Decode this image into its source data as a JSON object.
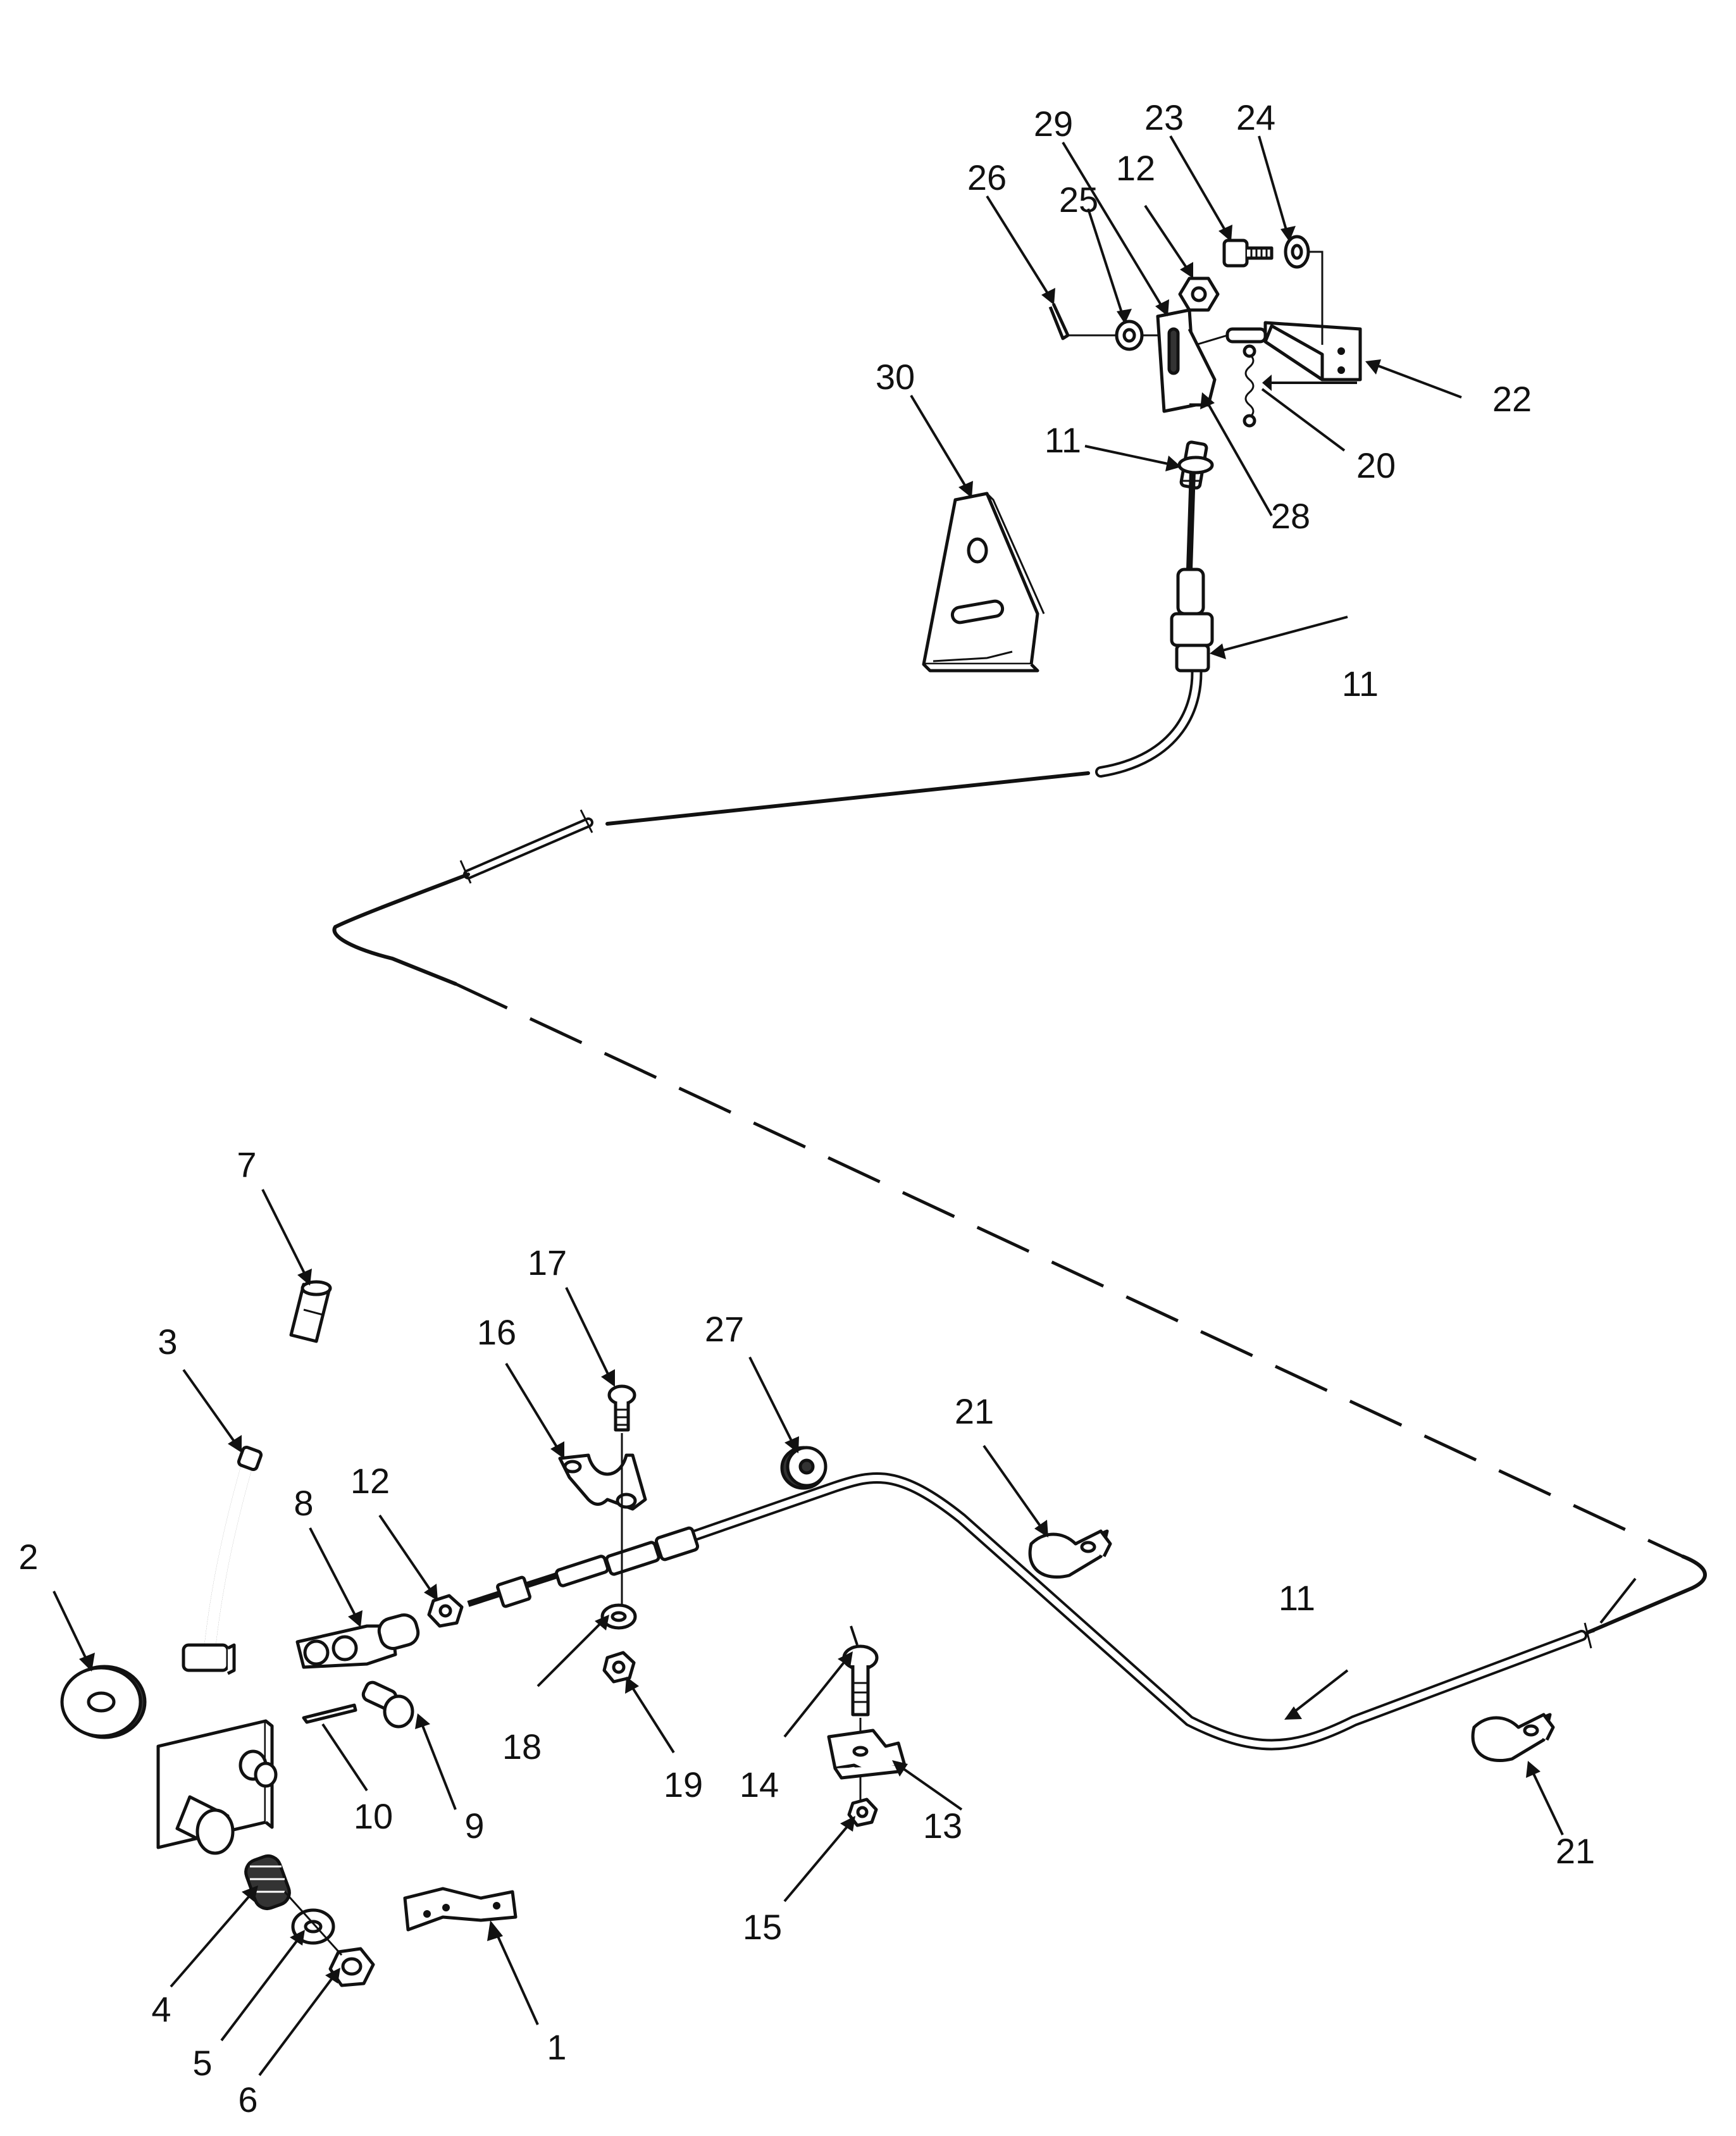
{
  "diagram": {
    "type": "exploded-parts-view",
    "accent_color": "#111111",
    "background_color": "#ffffff",
    "callouts": [
      "1",
      "2",
      "3",
      "4",
      "5",
      "6",
      "7",
      "8",
      "9",
      "10",
      "11",
      "12",
      "13",
      "14",
      "15",
      "16",
      "17",
      "18",
      "19",
      "20",
      "21",
      "22",
      "23",
      "24",
      "25",
      "26",
      "27",
      "28",
      "29",
      "30"
    ],
    "callout_labels": {
      "c1": "1",
      "c2": "2",
      "c3": "3",
      "c4": "4",
      "c5": "5",
      "c6": "6",
      "c7": "7",
      "c8": "8",
      "c9": "9",
      "c10": "10",
      "c11a": "11",
      "c11b": "11",
      "c11c": "11",
      "c12a": "12",
      "c12b": "12",
      "c13": "13",
      "c14": "14",
      "c15": "15",
      "c16": "16",
      "c17": "17",
      "c18": "18",
      "c19": "19",
      "c20": "20",
      "c21a": "21",
      "c21b": "21",
      "c22": "22",
      "c23": "23",
      "c24": "24",
      "c25": "25",
      "c26": "26",
      "c27": "27",
      "c28": "28",
      "c29": "29",
      "c30": "30"
    }
  }
}
